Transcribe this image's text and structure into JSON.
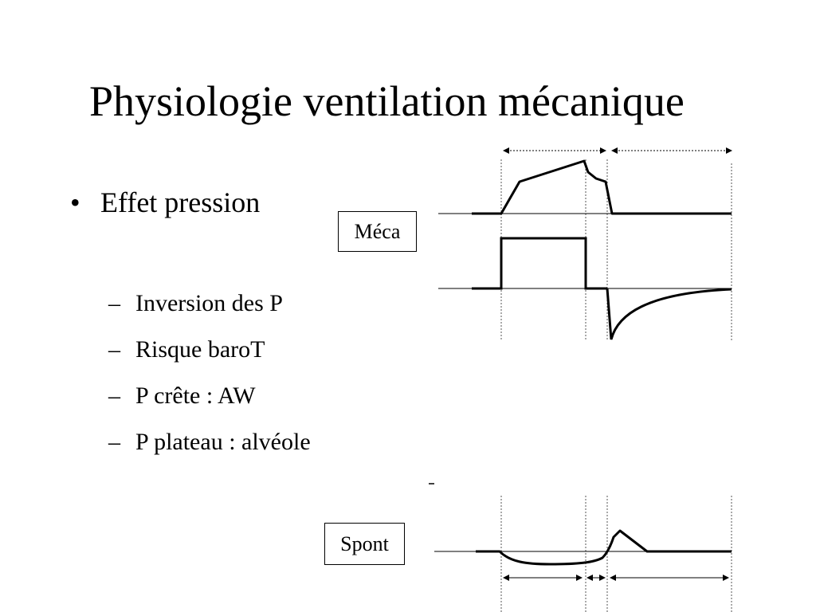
{
  "slide": {
    "title": "Physiologie ventilation mécanique",
    "bullet": {
      "marker": "•",
      "text": "Effet pression"
    },
    "subitems": [
      {
        "marker": "–",
        "text": "Inversion des P"
      },
      {
        "marker": "–",
        "text": "Risque baroT"
      },
      {
        "marker": "–",
        "text": "P crête : AW"
      },
      {
        "marker": "–",
        "text": "P plateau : alvéole"
      }
    ]
  },
  "diagram": {
    "meca_label": "Méca",
    "spont_label": "Spont",
    "stroke_color": "#000000"
  }
}
